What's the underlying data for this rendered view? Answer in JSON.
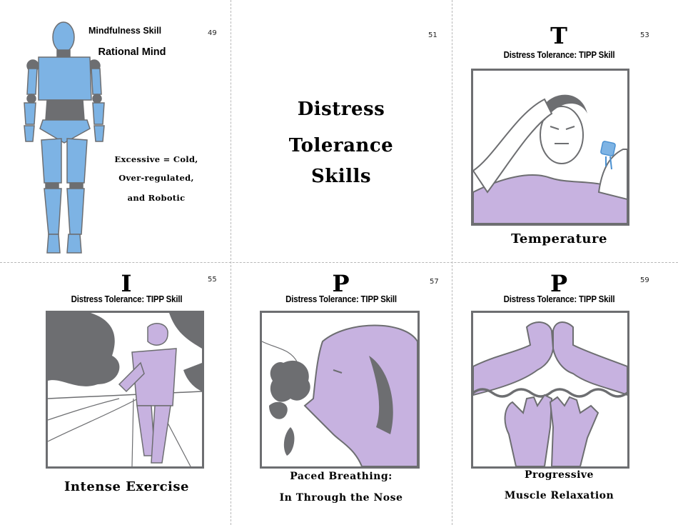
{
  "layout": {
    "cut_lines": {
      "vertical_x": [
        323,
        633
      ],
      "horizontal_y": [
        367
      ],
      "color": "#b8b8b8"
    },
    "colors": {
      "purple": "#c7b2e0",
      "blue": "#7db3e4",
      "gray": "#6d6e71"
    }
  },
  "cards": [
    {
      "page": "49",
      "heading": "Mindfulness Skill",
      "title": "Rational Mind",
      "body_lines": [
        "Excessive = Cold,",
        "Over-regulated,",
        "and Robotic"
      ],
      "illustration": "robot-figure"
    },
    {
      "page": "51",
      "title_lines": [
        "Distress",
        "Tolerance",
        "Skills"
      ]
    },
    {
      "page": "53",
      "letter": "T",
      "subtitle": "Distress Tolerance: TIPP Skill",
      "illustration": "man-holding-ice-cube",
      "caption_lines": [
        "Temperature"
      ]
    },
    {
      "page": "55",
      "letter": "I",
      "subtitle": "Distress Tolerance: TIPP Skill",
      "illustration": "man-running",
      "caption_lines": [
        "Intense Exercise"
      ]
    },
    {
      "page": "57",
      "letter": "P",
      "subtitle": "Distress Tolerance: TIPP Skill",
      "illustration": "woman-smelling-rose",
      "caption_lines": [
        "Paced Breathing:",
        "In Through the Nose"
      ]
    },
    {
      "page": "59",
      "letter": "P",
      "subtitle": "Distress Tolerance: TIPP Skill",
      "illustration": "fists-and-open-hands",
      "caption_lines": [
        "Progressive",
        "Muscle Relaxation"
      ]
    }
  ]
}
